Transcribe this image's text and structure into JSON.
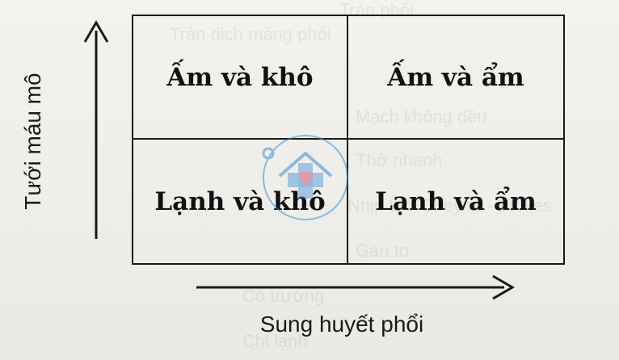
{
  "quadrants": {
    "top_left": "Ấm và khô",
    "top_right": "Ấm và ẩm",
    "bottom_left": "Lạnh và khô",
    "bottom_right": "Lạnh và ẩm"
  },
  "axes": {
    "x_label": "Sung huyết phổi",
    "y_label": "Tưới máu mô"
  },
  "colors": {
    "ink": "#1a1a1a",
    "watermark_blue": "#3a8fd6",
    "watermark_red": "#e0506a"
  }
}
